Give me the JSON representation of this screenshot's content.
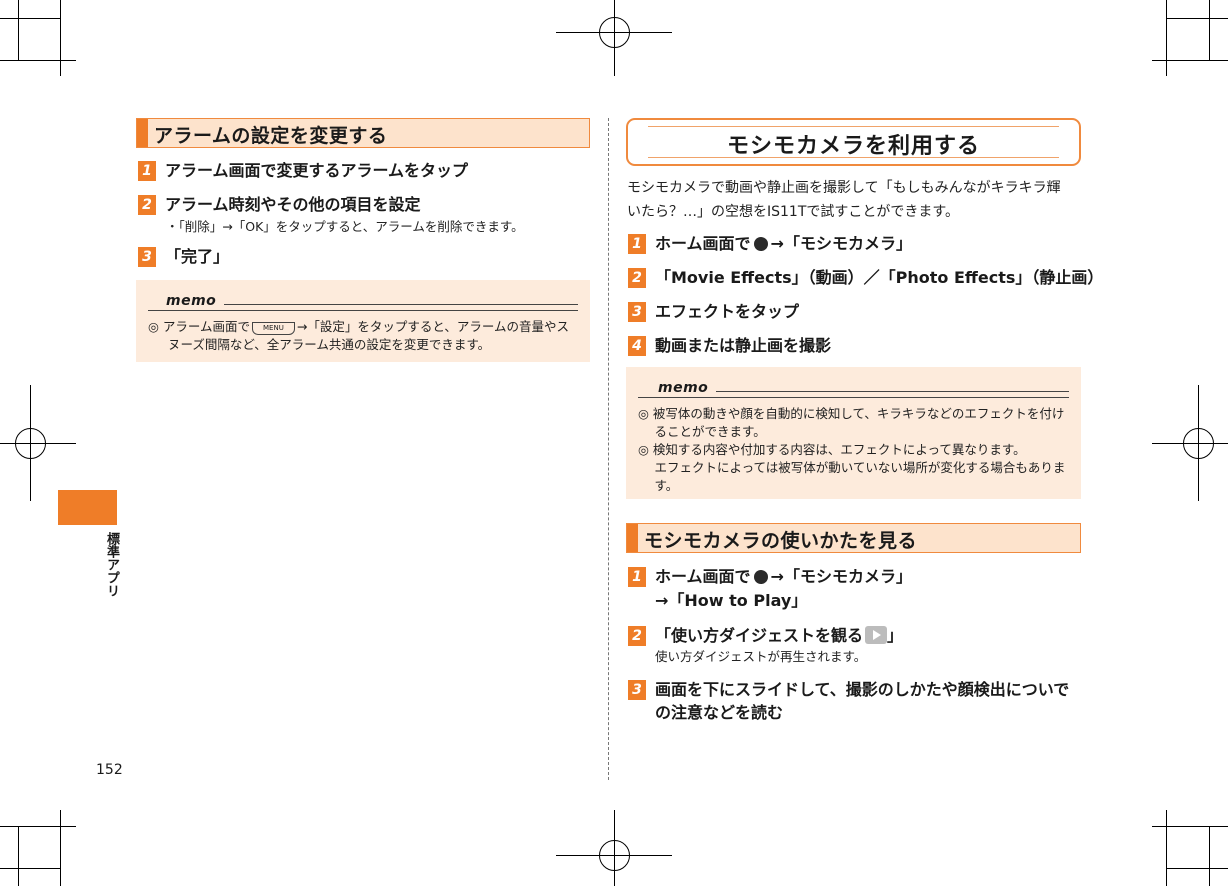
{
  "page": {
    "number": "152",
    "side_label": "標準アプリ"
  },
  "left": {
    "heading": "アラームの設定を変更する",
    "steps": [
      {
        "num": "1",
        "text": "アラーム画面で変更するアラームをタップ"
      },
      {
        "num": "2",
        "text": "アラーム時刻やその他の項目を設定"
      },
      {
        "num": "3",
        "text": "「完了」"
      }
    ],
    "step2_note": "・「削除」→「OK」をタップすると、アラームを削除できます。",
    "memo": {
      "label": "memo",
      "line1_pre": "◎ アラーム画面で",
      "menu_key": "MENU",
      "line1_post": "→「設定」をタップすると、アラームの音量やス",
      "line2": "ヌーズ間隔など、全アラーム共通の設定を変更できます。"
    }
  },
  "right": {
    "title": "モシモカメラを利用する",
    "intro_line1": "モシモカメラで動画や静止画を撮影して「もしもみんながキラキラ輝",
    "intro_line2": "いたら？…」の空想をIS11Tで試すことができます。",
    "steps": [
      {
        "num": "1",
        "pre": "ホーム画面で",
        "post": "→「モシモカメラ」",
        "icon": "app-list-icon"
      },
      {
        "num": "2",
        "text": "「Movie Effects」（動画）／「Photo Effects」（静止画）"
      },
      {
        "num": "3",
        "text": "エフェクトをタップ"
      },
      {
        "num": "4",
        "text": "動画または静止画を撮影"
      }
    ],
    "memo": {
      "label": "memo",
      "lines": [
        "◎ 被写体の動きや顔を自動的に検知して、キラキラなどのエフェクトを付け",
        "　 ることができます。",
        "◎ 検知する内容や付加する内容は、エフェクトによって異なります。",
        "　 エフェクトによっては被写体が動いていない場所が変化する場合もありま",
        "　 す。"
      ]
    },
    "section2": {
      "heading": "モシモカメラの使いかたを見る",
      "steps": [
        {
          "num": "1",
          "pre": "ホーム画面で",
          "post": "→「モシモカメラ」",
          "line2": "→「How to Play」",
          "icon": "app-list-icon"
        },
        {
          "num": "2",
          "pre": "「使い方ダイジェストを観る",
          "post": "」",
          "sub": "使い方ダイジェストが再生されます。",
          "icon": "play-icon"
        },
        {
          "num": "3",
          "line1": "画面を下にスライドして、撮影のしかたや顔検出についで",
          "line2": "の注意などを読む"
        }
      ]
    }
  }
}
